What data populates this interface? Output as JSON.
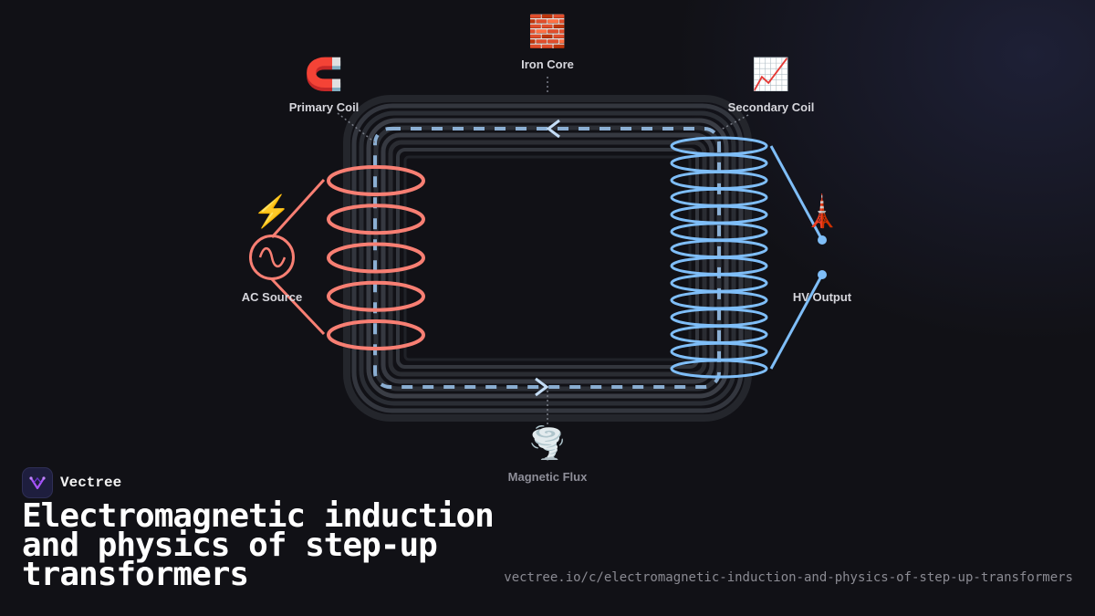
{
  "diagram": {
    "iron_core": {
      "label": "Iron Core",
      "icon": "brick-icon",
      "glyph": "🧱"
    },
    "primary_coil": {
      "label": "Primary Coil",
      "icon": "magnet-icon",
      "glyph": "🧲",
      "color": "#f87f73",
      "turns": 5
    },
    "secondary_coil": {
      "label": "Secondary Coil",
      "icon": "chart-increasing-icon",
      "glyph": "📈",
      "color": "#7fbef8",
      "turns": 14
    },
    "ac_source": {
      "label": "AC Source",
      "icon": "lightning-icon",
      "glyph": "⚡"
    },
    "hv_output": {
      "label": "HV Output",
      "icon": "tower-icon",
      "glyph": "🗼"
    },
    "magnetic_flux": {
      "label": "Magnetic Flux",
      "icon": "tornado-icon",
      "glyph": "🌪️"
    }
  },
  "brand": {
    "name": "Vectree"
  },
  "title": "Electromagnetic induction and physics of step-up transformers",
  "url": "vectree.io/c/electromagnetic-induction-and-physics-of-step-up-transformers",
  "colors": {
    "flux": "#9cc6ee",
    "core": "#3a3d45"
  }
}
